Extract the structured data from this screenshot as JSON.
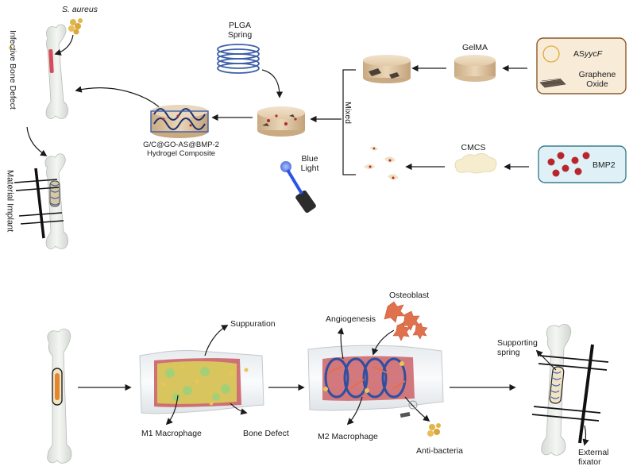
{
  "labels": {
    "s_aureus": "S. aureus",
    "infective_bone_defect": "Infective Bone Defect",
    "material_implant": "Material Implant",
    "plga_line1": "PLGA",
    "plga_line2": "Spring",
    "gelma": "GelMA",
    "as_prefix": "AS",
    "as_suffix": "yycF",
    "graphene_line1": "Graphene",
    "graphene_line2": "Oxide",
    "mixed": "Mixed",
    "cmcs": "CMCS",
    "bmp2": "BMP2",
    "blue_line1": "Blue",
    "blue_line2": "Light",
    "composite_line1": "G/C@GO-AS@BMP-2",
    "composite_line2": "Hydrogel Composite",
    "suppuration": "Suppuration",
    "m1_macrophage": "M1 Macrophage",
    "bone_defect": "Bone Defect",
    "osteoblast": "Osteoblast",
    "angiogenesis": "Angiogenesis",
    "m2_macrophage": "M2 Macrophage",
    "anti_bacteria": "Anti-bacteria",
    "supporting_line1": "Supporting",
    "supporting_line2": "spring",
    "external_line1": "External",
    "external_line2": "fixator"
  },
  "colors": {
    "arrow": "#1a1a1a",
    "bone": "#e9ece8",
    "hydrogel": "#e6d2b4",
    "spring": "#3d5fa8",
    "bmp_dot": "#b8262d",
    "box_tan": "#f8ecd9",
    "box_tan_border": "#8a5a2b",
    "box_blue": "#dff1f6",
    "box_blue_border": "#3b7f8c",
    "bacteria": "#e3b44a",
    "osteoblast": "#e0714d",
    "light_blue": "#3a6cff"
  },
  "icons": [
    "bone-icon",
    "bacteria-icon",
    "spring-icon",
    "hydrogel-disc-icon",
    "blue-light-icon",
    "gel-blob-icon",
    "bone-segment-icon",
    "osteoblast-icon",
    "fixator-icon"
  ]
}
